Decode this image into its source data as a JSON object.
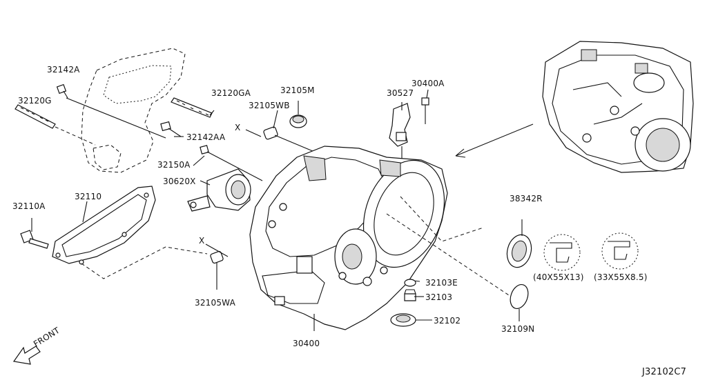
{
  "parts": {
    "p32142A": "32142A",
    "p32120G": "32120G",
    "p32120GA": "32120GA",
    "p32142AA": "32142AA",
    "p32105M": "32105M",
    "p32105WB": "32105WB",
    "p30527": "30527",
    "p30400A": "30400A",
    "p32150A": "32150A",
    "p30620X": "30620X",
    "p32110": "32110",
    "p32110A": "32110A",
    "p38342R": "38342R",
    "p32103E": "32103E",
    "p32103": "32103",
    "p32102": "32102",
    "p32109N": "32109N",
    "p32105WA": "32105WA",
    "p30400": "30400"
  },
  "markers": {
    "x_upper": "X",
    "x_lower": "X"
  },
  "seal_sizes": {
    "size_a": "(40X55X13)",
    "size_b": "(33X55X8.5)"
  },
  "front_label": "FRONT",
  "diagram_code": "J32102C7"
}
